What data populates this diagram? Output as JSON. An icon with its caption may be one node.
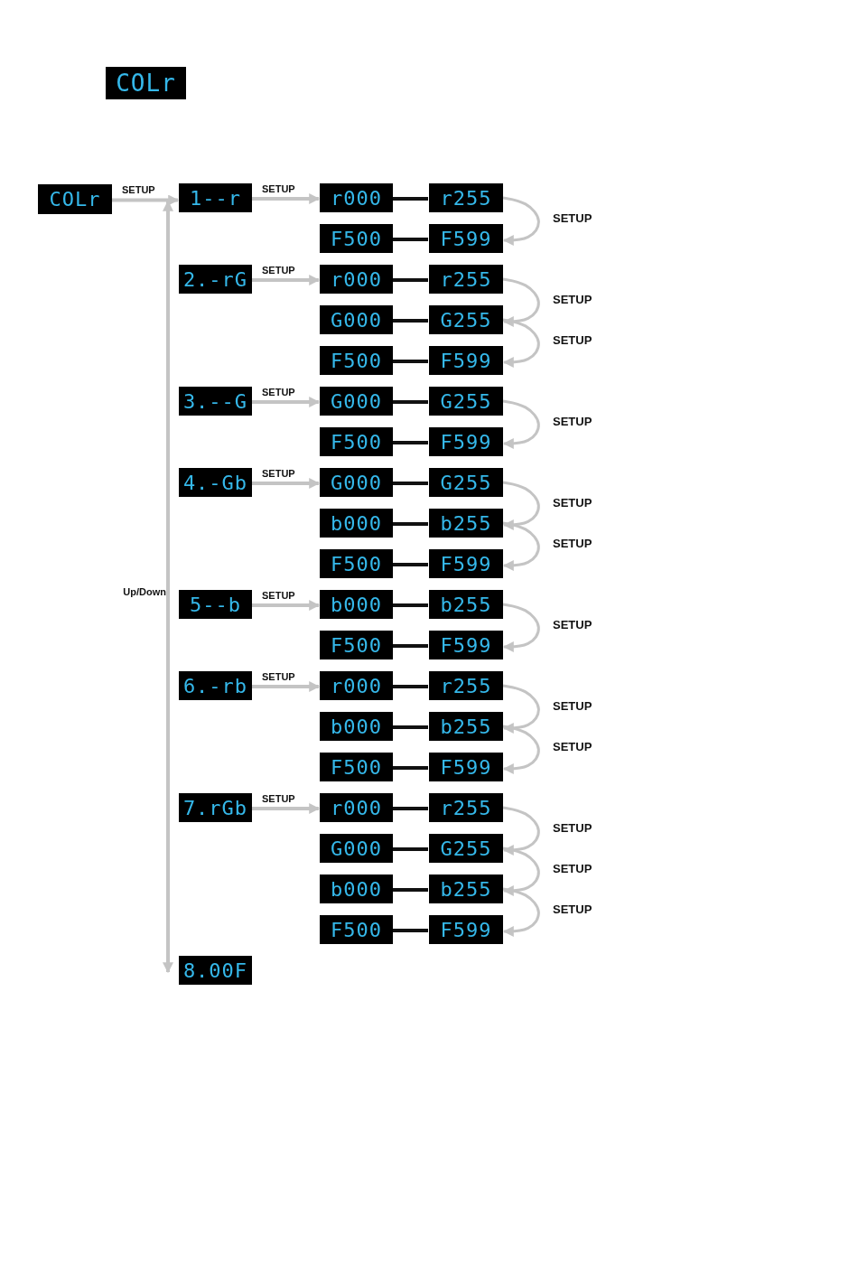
{
  "diagram": {
    "nodes": [
      {
        "text": [
          "COLr"
        ]
      },
      {
        "text": [
          "COLr"
        ]
      },
      {
        "text": [
          "1--r"
        ]
      },
      {
        "text": [
          "r000"
        ]
      },
      {
        "text": [
          "r255"
        ]
      },
      {
        "text": [
          "F500"
        ]
      },
      {
        "text": [
          "F599"
        ]
      },
      {
        "text": [
          "2.-rG"
        ]
      },
      {
        "text": [
          "r000"
        ]
      },
      {
        "text": [
          "r255"
        ]
      },
      {
        "text": [
          "G000"
        ]
      },
      {
        "text": [
          "G255"
        ]
      },
      {
        "text": [
          "F500"
        ]
      },
      {
        "text": [
          "F599"
        ]
      },
      {
        "text": [
          "3.--G"
        ]
      },
      {
        "text": [
          "G000"
        ]
      },
      {
        "text": [
          "G255"
        ]
      },
      {
        "text": [
          "F500"
        ]
      },
      {
        "text": [
          "F599"
        ]
      },
      {
        "text": [
          "4.-Gb"
        ]
      },
      {
        "text": [
          "G000"
        ]
      },
      {
        "text": [
          "G255"
        ]
      },
      {
        "text": [
          "b000"
        ]
      },
      {
        "text": [
          "b255"
        ]
      },
      {
        "text": [
          "F500"
        ]
      },
      {
        "text": [
          "F599"
        ]
      },
      {
        "text": [
          "5--b"
        ]
      },
      {
        "text": [
          "b000"
        ]
      },
      {
        "text": [
          "b255"
        ]
      },
      {
        "text": [
          "F500"
        ]
      },
      {
        "text": [
          "F599"
        ]
      },
      {
        "text": [
          "6.-rb"
        ]
      },
      {
        "text": [
          "r000"
        ]
      },
      {
        "text": [
          "r255"
        ]
      },
      {
        "text": [
          "b000"
        ]
      },
      {
        "text": [
          "b255"
        ]
      },
      {
        "text": [
          "F500"
        ]
      },
      {
        "text": [
          "F599"
        ]
      },
      {
        "text": [
          "7.rGb"
        ]
      },
      {
        "text": [
          "r000"
        ]
      },
      {
        "text": [
          "r255"
        ]
      },
      {
        "text": [
          "G000"
        ]
      },
      {
        "text": [
          "G255"
        ]
      },
      {
        "text": [
          "b000"
        ]
      },
      {
        "text": [
          "b255"
        ]
      },
      {
        "text": [
          "F500"
        ]
      },
      {
        "text": [
          "F599"
        ]
      },
      {
        "text": [
          "8.00F"
        ]
      }
    ],
    "edges": [
      {
        "from": 1,
        "to": 2,
        "arrow": "to",
        "label": "SETUP"
      },
      {
        "from": 2,
        "to": 47,
        "arrow": "both",
        "label": "Up/Down"
      },
      {
        "from": 2,
        "to": 3,
        "arrow": "to",
        "label": "SETUP"
      },
      {
        "from": 3,
        "to": 4,
        "arrow": "none",
        "color": "#111111"
      },
      {
        "from": 5,
        "to": 6,
        "arrow": "none",
        "color": "#111111"
      },
      {
        "from": 4,
        "to": 6,
        "arrow": "to",
        "label": "SETUP"
      },
      {
        "from": 7,
        "to": 8,
        "arrow": "to",
        "label": "SETUP"
      },
      {
        "from": 8,
        "to": 9,
        "arrow": "none",
        "color": "#111111"
      },
      {
        "from": 10,
        "to": 11,
        "arrow": "none",
        "color": "#111111"
      },
      {
        "from": 12,
        "to": 13,
        "arrow": "none",
        "color": "#111111"
      },
      {
        "from": 9,
        "to": 11,
        "arrow": "to",
        "label": "SETUP"
      },
      {
        "from": 11,
        "to": 13,
        "arrow": "to",
        "label": "SETUP"
      },
      {
        "from": 14,
        "to": 15,
        "arrow": "to",
        "label": "SETUP"
      },
      {
        "from": 15,
        "to": 16,
        "arrow": "none",
        "color": "#111111"
      },
      {
        "from": 17,
        "to": 18,
        "arrow": "none",
        "color": "#111111"
      },
      {
        "from": 16,
        "to": 18,
        "arrow": "to",
        "label": "SETUP"
      },
      {
        "from": 19,
        "to": 20,
        "arrow": "to",
        "label": "SETUP"
      },
      {
        "from": 20,
        "to": 21,
        "arrow": "none",
        "color": "#111111"
      },
      {
        "from": 22,
        "to": 23,
        "arrow": "none",
        "color": "#111111"
      },
      {
        "from": 24,
        "to": 25,
        "arrow": "none",
        "color": "#111111"
      },
      {
        "from": 21,
        "to": 23,
        "arrow": "to",
        "label": "SETUP"
      },
      {
        "from": 23,
        "to": 25,
        "arrow": "to",
        "label": "SETUP"
      },
      {
        "from": 26,
        "to": 27,
        "arrow": "to",
        "label": "SETUP"
      },
      {
        "from": 27,
        "to": 28,
        "arrow": "none",
        "color": "#111111"
      },
      {
        "from": 29,
        "to": 30,
        "arrow": "none",
        "color": "#111111"
      },
      {
        "from": 28,
        "to": 30,
        "arrow": "to",
        "label": "SETUP"
      },
      {
        "from": 31,
        "to": 32,
        "arrow": "to",
        "label": "SETUP"
      },
      {
        "from": 32,
        "to": 33,
        "arrow": "none",
        "color": "#111111"
      },
      {
        "from": 34,
        "to": 35,
        "arrow": "none",
        "color": "#111111"
      },
      {
        "from": 36,
        "to": 37,
        "arrow": "none",
        "color": "#111111"
      },
      {
        "from": 33,
        "to": 35,
        "arrow": "to",
        "label": "SETUP"
      },
      {
        "from": 35,
        "to": 37,
        "arrow": "to",
        "label": "SETUP"
      },
      {
        "from": 38,
        "to": 39,
        "arrow": "to",
        "label": "SETUP"
      },
      {
        "from": 39,
        "to": 40,
        "arrow": "none",
        "color": "#111111"
      },
      {
        "from": 41,
        "to": 42,
        "arrow": "none",
        "color": "#111111"
      },
      {
        "from": 43,
        "to": 44,
        "arrow": "none",
        "color": "#111111"
      },
      {
        "from": 45,
        "to": 46,
        "arrow": "none",
        "color": "#111111"
      },
      {
        "from": 40,
        "to": 42,
        "arrow": "to",
        "label": "SETUP"
      },
      {
        "from": 42,
        "to": 44,
        "arrow": "to",
        "label": "SETUP"
      },
      {
        "from": 44,
        "to": 46,
        "arrow": "to",
        "label": "SETUP"
      }
    ]
  }
}
